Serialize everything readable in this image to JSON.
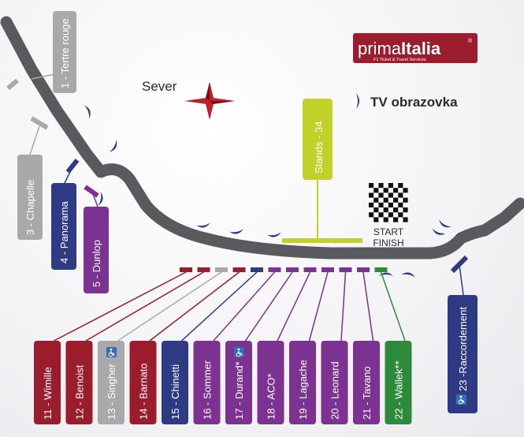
{
  "colors": {
    "track": "#5a5a5e",
    "red": "#9b1c2c",
    "grey": "#a9a9ab",
    "blue": "#2e3a84",
    "purple": "#7b3290",
    "green": "#2c8a3a",
    "lime": "#c2d12a",
    "navy_mark": "#2e3a84"
  },
  "logo": {
    "name_a": "prima",
    "name_b": "Italia",
    "registered": "®",
    "tagline": "F1 Ticket & Travel Services"
  },
  "compass": {
    "label": "Sever"
  },
  "legend": {
    "tv_label": "TV obrazovka"
  },
  "start_finish": {
    "line1": "START",
    "line2": "FINISH"
  },
  "stands": {
    "label": "Stands - 34"
  },
  "top_stands": [
    {
      "label": "1 - Tertre rouge",
      "color": "grey"
    },
    {
      "label": "3 - Chapelle",
      "color": "grey"
    },
    {
      "label": "4 - Panorama",
      "color": "blue"
    },
    {
      "label": "5 - Dunlop",
      "color": "purple"
    }
  ],
  "bottom_stands": [
    {
      "label": "11 - Wimille",
      "color": "red",
      "accessible": false
    },
    {
      "label": "12 - Benoist",
      "color": "red",
      "accessible": false
    },
    {
      "label": "13 - Singher",
      "color": "grey",
      "accessible": true
    },
    {
      "label": "14 - Barnato",
      "color": "red",
      "accessible": false
    },
    {
      "label": "15 - Chinetti",
      "color": "blue",
      "accessible": false
    },
    {
      "label": "16 - Sommer",
      "color": "purple",
      "accessible": false
    },
    {
      "label": "17 - Durand*",
      "color": "purple",
      "accessible": true
    },
    {
      "label": "18 - ACO*",
      "color": "purple",
      "accessible": false
    },
    {
      "label": "19 - Lagache",
      "color": "purple",
      "accessible": false
    },
    {
      "label": "20 - Leonard",
      "color": "purple",
      "accessible": false
    },
    {
      "label": "21 - Tavano",
      "color": "purple",
      "accessible": false
    },
    {
      "label": "22 - Wallek**",
      "color": "green",
      "accessible": false
    }
  ],
  "right_stand": {
    "label": "23 -Raccordement",
    "color": "blue",
    "accessible": true
  },
  "accessible_icon": "wheelchair-icon",
  "tv_icon": "tv-screen-marker-icon"
}
